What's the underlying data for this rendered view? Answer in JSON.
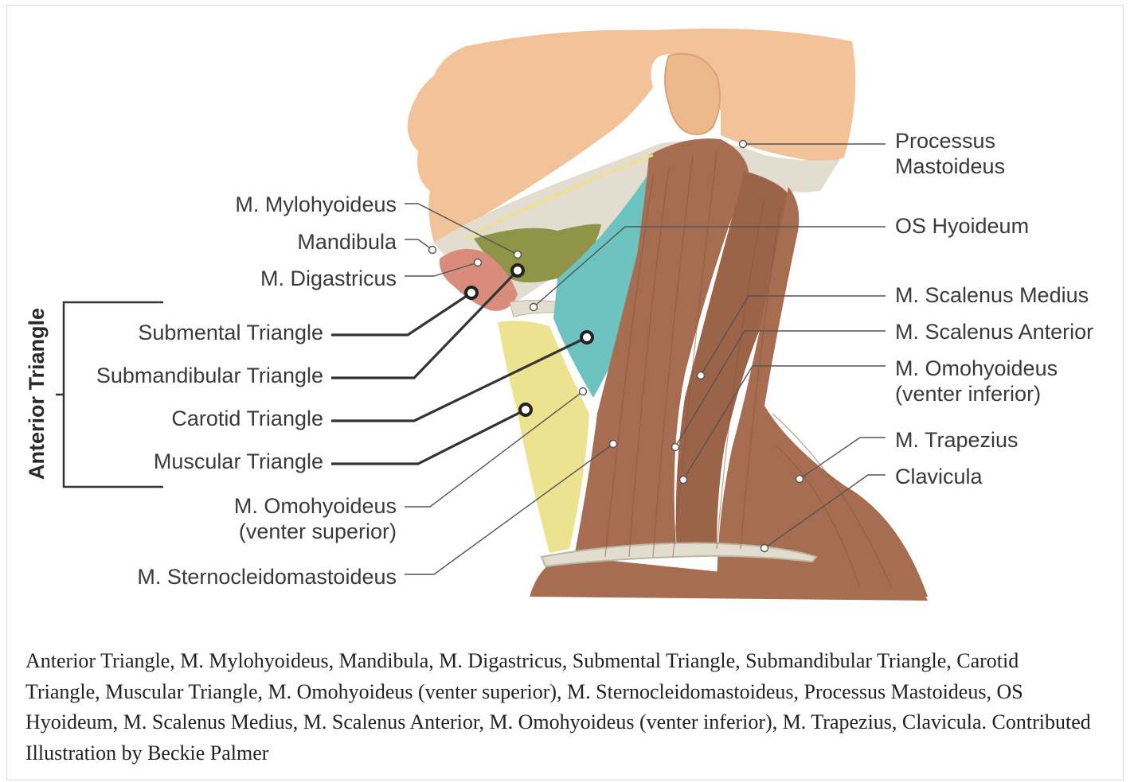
{
  "figure": {
    "bracket_title": "Anterior Triangle",
    "left_labels": {
      "mylohyoideus": "M. Mylohyoideus",
      "mandibula": "Mandibula",
      "digastricus": "M. Digastricus",
      "submental": "Submental Triangle",
      "submandibular": "Submandibular Triangle",
      "carotid": "Carotid Triangle",
      "muscular": "Muscular Triangle",
      "omohyoideus_sup_line1": "M. Omohyoideus",
      "omohyoideus_sup_line2": "(venter superior)",
      "sternocleidomastoideus": "M. Sternocleidomastoideus"
    },
    "right_labels": {
      "processus_line1": "Processus",
      "processus_line2": "Mastoideus",
      "os_hyoideum": "OS Hyoideum",
      "scalenus_medius": "M. Scalenus Medius",
      "scalenus_anterior": "M. Scalenus Anterior",
      "omohyoideus_inf_line1": "M. Omohyoideus",
      "omohyoideus_inf_line2": "(venter inferior)",
      "trapezius": "M. Trapezius",
      "clavicula": "Clavicula"
    },
    "colors": {
      "skin": "#f2c398",
      "bone": "#e2ddcf",
      "muscle": "#a76d50",
      "muscle_dark": "#8a5238",
      "teal": "#6cc3c0",
      "olive": "#8f9447",
      "yellow": "#ece28f",
      "digastric": "#d98c7c"
    }
  },
  "caption": "Anterior Triangle, M. Mylohyoideus, Mandibula, M. Digastricus, Submental Triangle, Submandibular Triangle, Carotid Triangle, Muscular Triangle, M. Omohyoideus (venter superior), M. Sternocleidomastoideus, Processus Mastoideus, OS Hyoideum, M. Scalenus Medius, M. Scalenus Anterior, M. Omohyoideus (venter inferior), M. Trapezius, Clavicula. Contributed Illustration by Beckie Palmer"
}
